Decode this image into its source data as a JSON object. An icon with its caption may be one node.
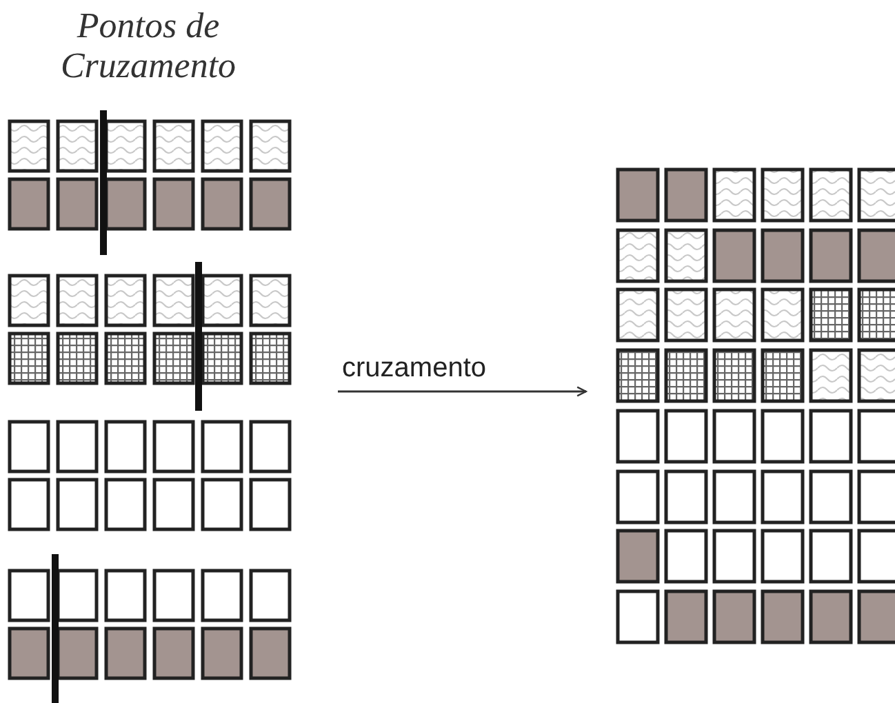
{
  "diagram": {
    "nodes": [
      {
        "text": [
          "Pontos de Cruzamento"
        ]
      },
      {
        "text": [],
        "shape": "picture"
      }
    ],
    "edges": [
      {
        "from": 0,
        "to": 1,
        "arrow": "to",
        "label": "cruzamento"
      }
    ]
  }
}
